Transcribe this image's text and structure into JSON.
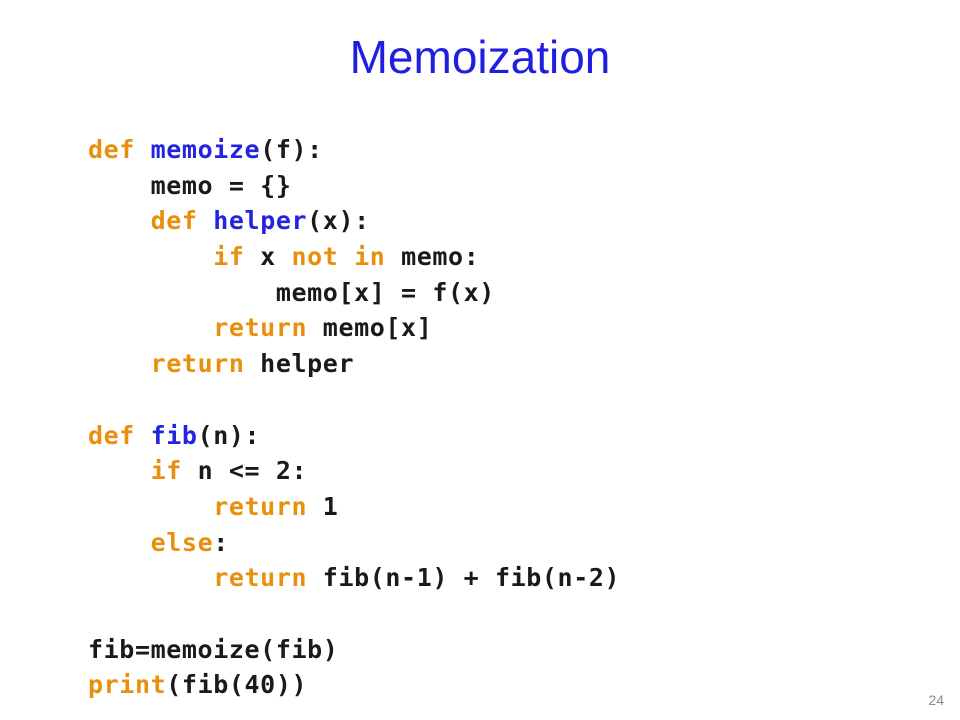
{
  "title": "Memoization",
  "page_number": "24",
  "colors": {
    "title": "#1f1fe0",
    "keyword": "#e8900e",
    "function_name": "#2323e0",
    "text": "#1a1a1a",
    "page_number": "#8a8a8a"
  },
  "code": {
    "language": "python",
    "lines": [
      [
        {
          "t": "def",
          "k": "kw"
        },
        {
          "t": " ",
          "k": "id"
        },
        {
          "t": "memoize",
          "k": "fn"
        },
        {
          "t": "(f):",
          "k": "id"
        }
      ],
      [
        {
          "t": "    memo = {}",
          "k": "id"
        }
      ],
      [
        {
          "t": "    ",
          "k": "id"
        },
        {
          "t": "def",
          "k": "kw"
        },
        {
          "t": " ",
          "k": "id"
        },
        {
          "t": "helper",
          "k": "fn"
        },
        {
          "t": "(x):",
          "k": "id"
        }
      ],
      [
        {
          "t": "        ",
          "k": "id"
        },
        {
          "t": "if",
          "k": "kw"
        },
        {
          "t": " x ",
          "k": "id"
        },
        {
          "t": "not",
          "k": "kw"
        },
        {
          "t": " ",
          "k": "id"
        },
        {
          "t": "in",
          "k": "kw"
        },
        {
          "t": " memo:",
          "k": "id"
        }
      ],
      [
        {
          "t": "            memo[x] = f(x)",
          "k": "id"
        }
      ],
      [
        {
          "t": "        ",
          "k": "id"
        },
        {
          "t": "return",
          "k": "kw"
        },
        {
          "t": " memo[x]",
          "k": "id"
        }
      ],
      [
        {
          "t": "    ",
          "k": "id"
        },
        {
          "t": "return",
          "k": "kw"
        },
        {
          "t": " helper",
          "k": "id"
        }
      ],
      [
        {
          "t": "",
          "k": "id"
        }
      ],
      [
        {
          "t": "def",
          "k": "kw"
        },
        {
          "t": " ",
          "k": "id"
        },
        {
          "t": "fib",
          "k": "fn"
        },
        {
          "t": "(n):",
          "k": "id"
        }
      ],
      [
        {
          "t": "    ",
          "k": "id"
        },
        {
          "t": "if",
          "k": "kw"
        },
        {
          "t": " n <= 2:",
          "k": "id"
        }
      ],
      [
        {
          "t": "        ",
          "k": "id"
        },
        {
          "t": "return",
          "k": "kw"
        },
        {
          "t": " 1",
          "k": "id"
        }
      ],
      [
        {
          "t": "    ",
          "k": "id"
        },
        {
          "t": "else",
          "k": "kw"
        },
        {
          "t": ":",
          "k": "id"
        }
      ],
      [
        {
          "t": "        ",
          "k": "id"
        },
        {
          "t": "return",
          "k": "kw"
        },
        {
          "t": " fib(n-1) + fib(n-2)",
          "k": "id"
        }
      ],
      [
        {
          "t": "",
          "k": "id"
        }
      ],
      [
        {
          "t": "fib=memoize(fib)",
          "k": "id"
        }
      ],
      [
        {
          "t": "print",
          "k": "kw"
        },
        {
          "t": "(fib(40))",
          "k": "id"
        }
      ]
    ]
  }
}
